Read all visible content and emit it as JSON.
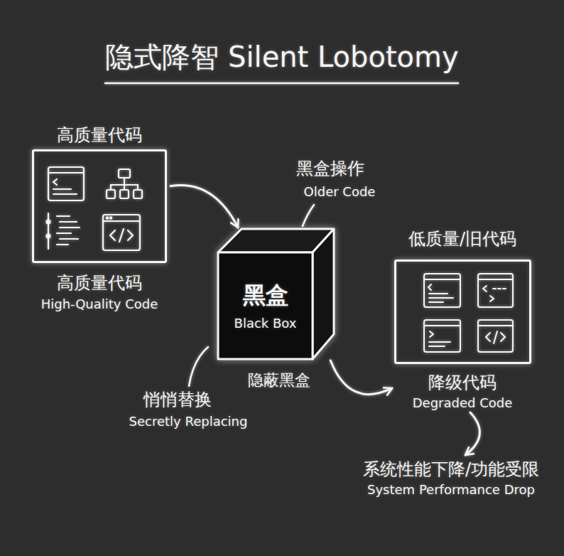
{
  "diagram": {
    "title": "隐式降智 Silent Lobotomy",
    "nodes": [
      {
        "text": [
          "高质量代码",
          "高质量代码",
          "High-Quality Code"
        ]
      },
      {
        "text": [
          "黑盒",
          "Black Box"
        ]
      },
      {
        "text": [
          "低质量/旧代码",
          "降级代码",
          "Degraded Code"
        ]
      },
      {
        "text": [
          "系统性能下降/功能受限",
          "System Performance Drop"
        ]
      }
    ],
    "edges": [
      {
        "from": 0,
        "to": 1,
        "arrow": "to"
      },
      {
        "from": 1,
        "to": 2,
        "arrow": "to"
      },
      {
        "from": 2,
        "to": 3,
        "arrow": "to"
      }
    ],
    "labels": [
      "黑盒操作",
      "Older Code",
      "隐蔽黑盒",
      "悄悄替换",
      "Secretly Replacing"
    ]
  }
}
